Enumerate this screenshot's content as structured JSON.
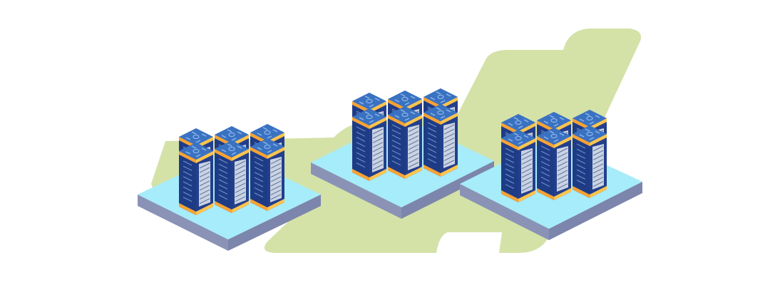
{
  "illustration": {
    "subject": "server-rack-clusters",
    "clusters": [
      {
        "racks_back": 3,
        "racks_front": 3
      },
      {
        "racks_back": 3,
        "racks_front": 3
      },
      {
        "racks_back": 3,
        "racks_front": 3
      }
    ]
  },
  "colors": {
    "background": "#ffffff",
    "blob": "#d4e2a8",
    "platform_top": "#a6ecfb",
    "platform_left": "#8a93b6",
    "platform_right": "#7c85ab",
    "rack_top": "#3a72c2",
    "rack_top_detail": "#8fb6e8",
    "rack_rim": "#f7a234",
    "rack_rim_light": "#ffc44d",
    "rack_left": "#1e3c86",
    "rack_right": "#233f8c",
    "rack_panel": "#c9d3e3",
    "rack_slot": "#5a6f98"
  }
}
